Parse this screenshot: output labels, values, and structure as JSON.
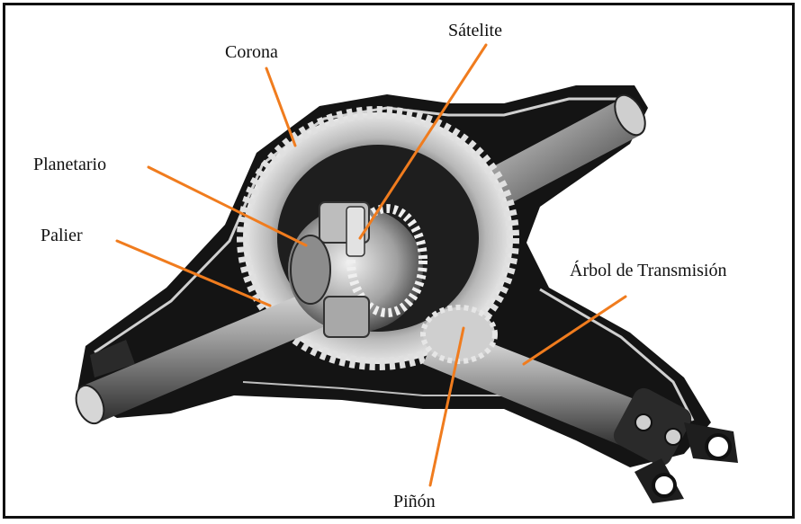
{
  "labels": {
    "corona": "Corona",
    "satelite": "Sátelite",
    "planetario": "Planetario",
    "palier": "Palier",
    "arbol": "Árbol de Transmisión",
    "pinon": "Piñón"
  },
  "colors": {
    "leader_line": "#f07c1e",
    "housing": "#141414",
    "metal_light": "#d8d8d8",
    "metal_mid": "#9a9a9a",
    "metal_dark": "#4a4a4a",
    "frame": "#111111"
  },
  "icons": {
    "drawing": "differential-cutaway-illustration"
  }
}
